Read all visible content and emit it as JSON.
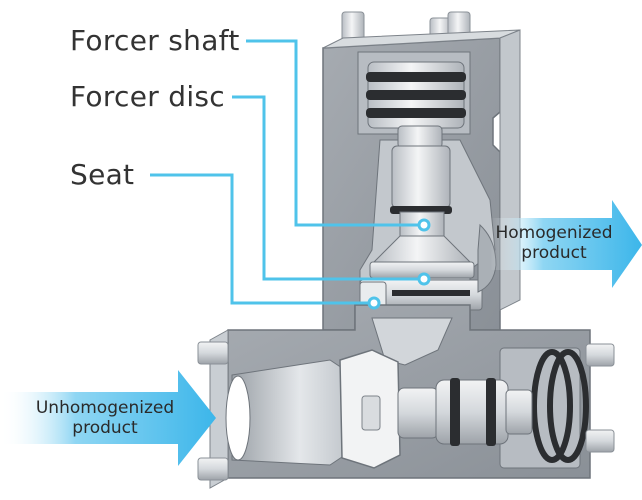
{
  "labels": {
    "forcer_shaft": "Forcer shaft",
    "forcer_disc": "Forcer disc",
    "seat": "Seat"
  },
  "flow": {
    "outlet_line1": "Homogenized",
    "outlet_line2": "product",
    "inlet_line1": "Unhomogenized",
    "inlet_line2": "product"
  },
  "colors": {
    "leader": "#4fc3ea",
    "arrow": "#55c2ee",
    "metal_light": "#eef0f2",
    "metal_mid": "#c9ced4",
    "metal_dark": "#8f959c",
    "body_cut": "#9aa0a6",
    "seal": "#2b2d30"
  }
}
